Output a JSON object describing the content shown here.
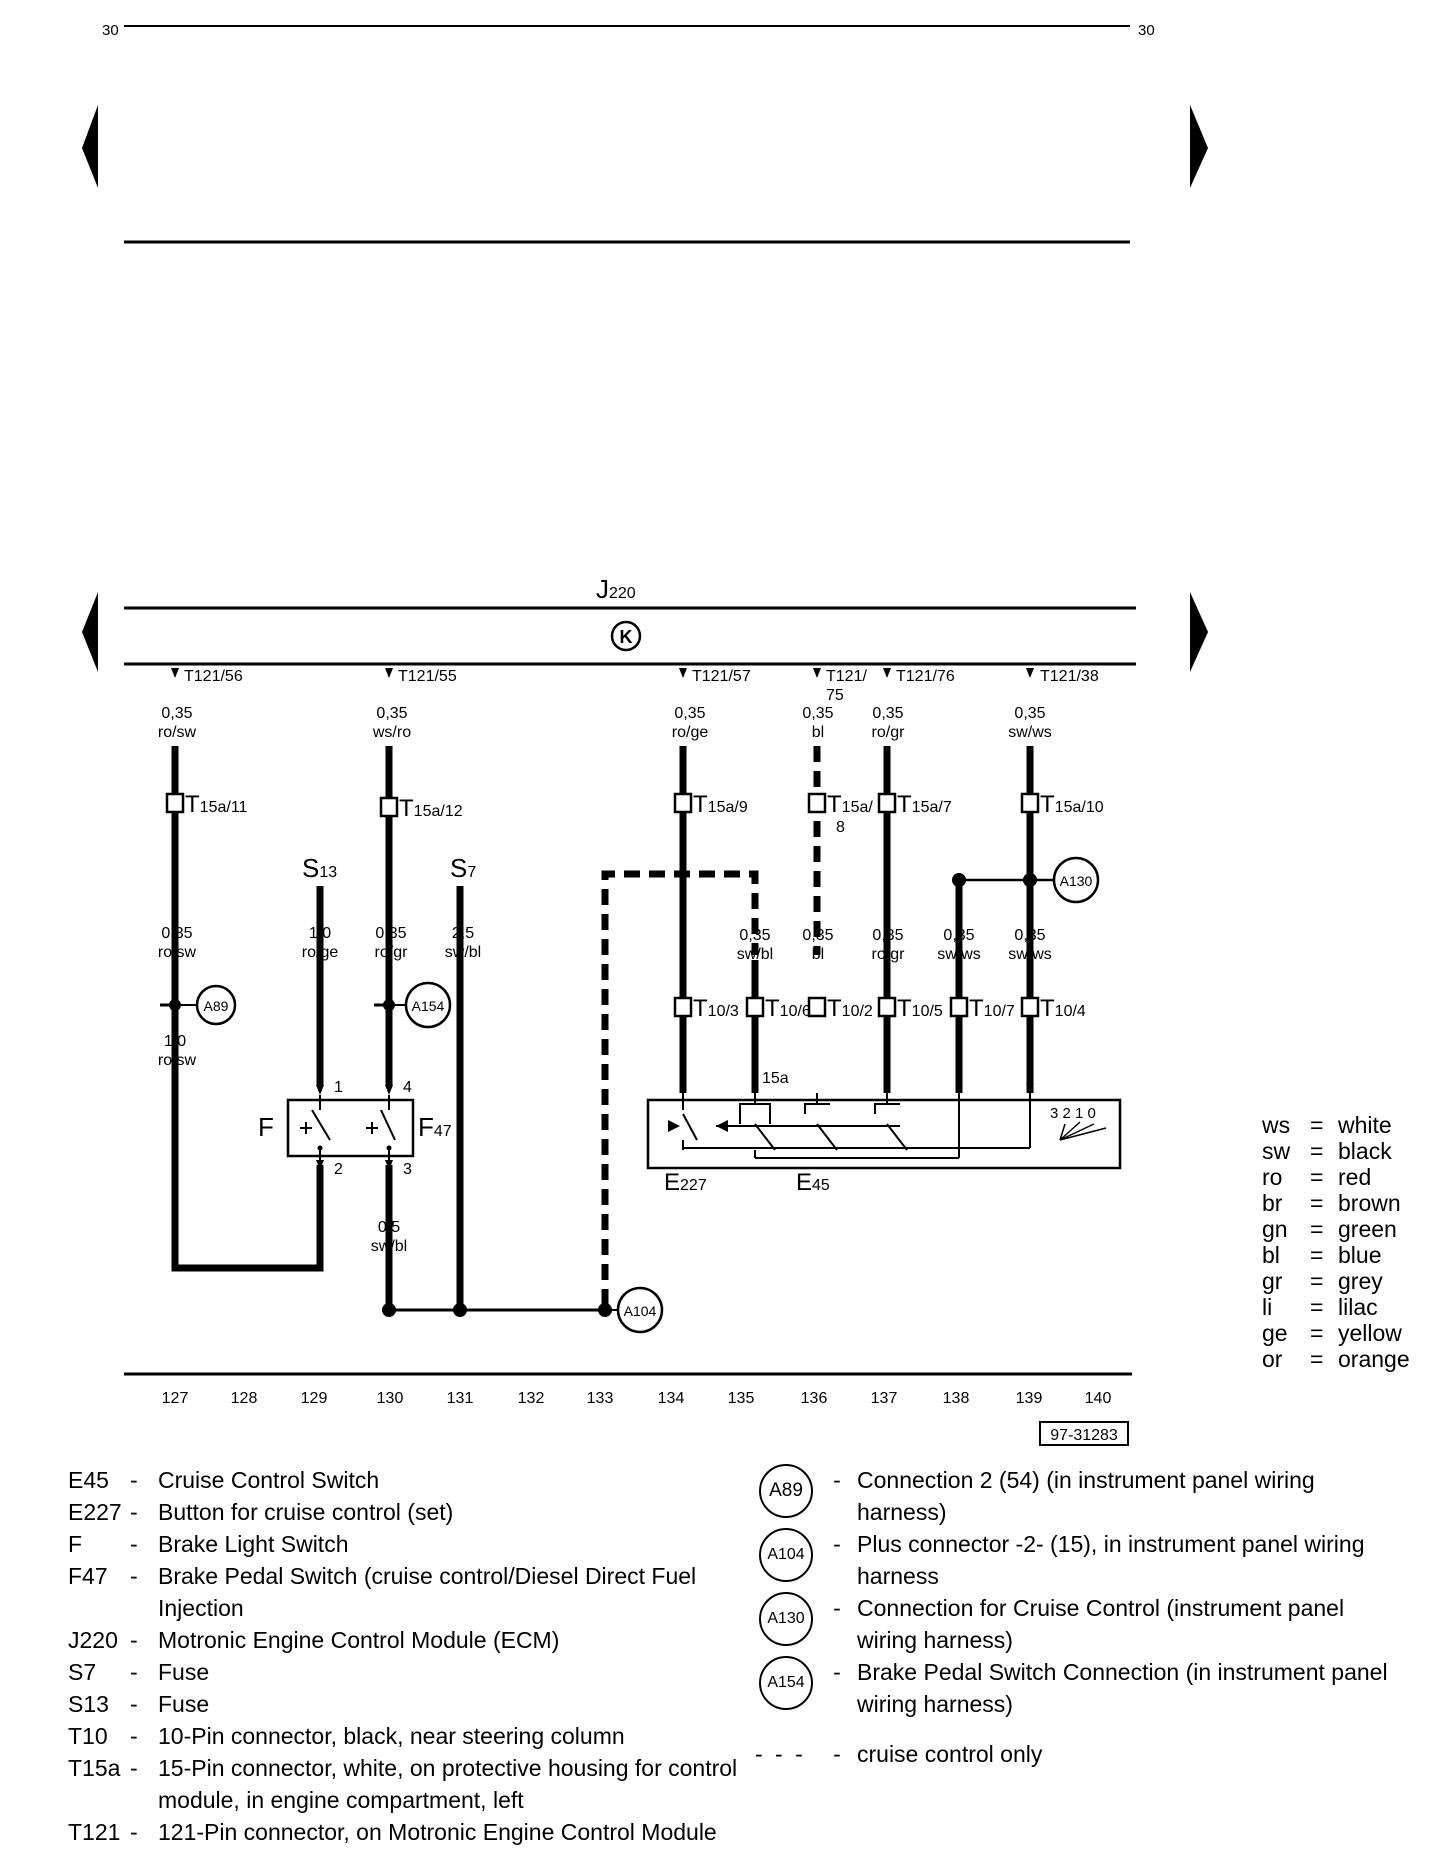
{
  "page": {
    "number_left": "30",
    "number_right": "30",
    "figure_id": "97-31283"
  },
  "module": {
    "name_main": "J",
    "name_sub": "220",
    "terminal_symbol": "K"
  },
  "pins": [
    {
      "main": "T121/56"
    },
    {
      "main": "T121/55"
    },
    {
      "main": "T121/57"
    },
    {
      "main": "T121/",
      "extra": "75"
    },
    {
      "main": "T121/76"
    },
    {
      "main": "T121/38"
    }
  ],
  "wires_top": [
    {
      "size": "0,35",
      "color": "ro/sw"
    },
    {
      "size": "0,35",
      "color": "ws/ro"
    },
    {
      "size": "0,35",
      "color": "ro/ge"
    },
    {
      "size": "0,35",
      "color": "bl"
    },
    {
      "size": "0,35",
      "color": "ro/gr"
    },
    {
      "size": "0,35",
      "color": "sw/ws"
    }
  ],
  "t15a": [
    {
      "main": "T",
      "sub": "15a/11"
    },
    {
      "main": "T",
      "sub": "15a/12"
    },
    {
      "main": "T",
      "sub": "15a/9"
    },
    {
      "main": "T",
      "sub": "15a/",
      "extra": "8"
    },
    {
      "main": "T",
      "sub": "15a/7"
    },
    {
      "main": "T",
      "sub": "15a/10"
    }
  ],
  "fuses": [
    {
      "main": "S",
      "sub": "13"
    },
    {
      "main": "S",
      "sub": "7"
    }
  ],
  "wires_mid": [
    {
      "size": "0,35",
      "color": "ro/sw"
    },
    {
      "size": "1,0",
      "color": "ro/ge"
    },
    {
      "size": "0,35",
      "color": "ro/gr"
    },
    {
      "size": "2,5",
      "color": "sw/bl"
    },
    {
      "size": "0,35",
      "color": "sw/bl"
    },
    {
      "size": "0,35",
      "color": "bl"
    },
    {
      "size": "0,35",
      "color": "ro/gr"
    },
    {
      "size": "0,35",
      "color": "sw/ws"
    },
    {
      "size": "0,35",
      "color": "sw/ws"
    }
  ],
  "wires_low": [
    {
      "size": "1,0",
      "color": "ro/sw"
    },
    {
      "size": "0,5",
      "color": "sw/bl"
    }
  ],
  "t10": [
    {
      "main": "T",
      "sub": "10/3"
    },
    {
      "main": "T",
      "sub": "10/6"
    },
    {
      "main": "T",
      "sub": "10/2"
    },
    {
      "main": "T",
      "sub": "10/5"
    },
    {
      "main": "T",
      "sub": "10/7"
    },
    {
      "main": "T",
      "sub": "10/4"
    }
  ],
  "connectors": {
    "a89": "A89",
    "a154": "A154",
    "a130": "A130",
    "a104": "A104"
  },
  "switch_f": {
    "label": "F",
    "label2_main": "F",
    "label2_sub": "47",
    "pin1": "1",
    "pin2": "2",
    "pin3": "3",
    "pin4": "4"
  },
  "switch_e": {
    "e227_main": "E",
    "e227_sub": "227",
    "e45_main": "E",
    "e45_sub": "45",
    "label_15a": "15a",
    "positions": "3 2 1 0"
  },
  "ruler": [
    "127",
    "128",
    "129",
    "130",
    "131",
    "132",
    "133",
    "134",
    "135",
    "136",
    "137",
    "138",
    "139",
    "140"
  ],
  "color_codes": [
    {
      "abbr": "ws",
      "name": "white"
    },
    {
      "abbr": "sw",
      "name": "black"
    },
    {
      "abbr": "ro",
      "name": "red"
    },
    {
      "abbr": "br",
      "name": "brown"
    },
    {
      "abbr": "gn",
      "name": "green"
    },
    {
      "abbr": "bl",
      "name": "blue"
    },
    {
      "abbr": "gr",
      "name": "grey"
    },
    {
      "abbr": "li",
      "name": "lilac"
    },
    {
      "abbr": "ge",
      "name": "yellow"
    },
    {
      "abbr": "or",
      "name": "orange"
    }
  ],
  "legend_components": [
    {
      "code": "E45",
      "desc": "Cruise Control Switch"
    },
    {
      "code": "E227",
      "desc": "Button for cruise control (set)"
    },
    {
      "code": "F",
      "desc": "Brake Light Switch"
    },
    {
      "code": "F47",
      "desc": "Brake Pedal Switch (cruise control/Diesel Direct Fuel Injection"
    },
    {
      "code": "J220",
      "desc": "Motronic Engine Control Module (ECM)"
    },
    {
      "code": "S7",
      "desc": "Fuse"
    },
    {
      "code": "S13",
      "desc": "Fuse"
    },
    {
      "code": "T10",
      "desc": "10-Pin connector, black, near steering column"
    },
    {
      "code": "T15a",
      "desc": "15-Pin connector, white, on protective housing for control module, in engine compartment, left"
    },
    {
      "code": "T121",
      "desc": "121-Pin connector, on Motronic Engine Control Module"
    }
  ],
  "legend_connections": [
    {
      "code": "A89",
      "desc": "Connection 2 (54) (in instrument panel wiring harness)"
    },
    {
      "code": "A104",
      "desc": "Plus connector -2- (15), in instrument panel wiring harness"
    },
    {
      "code": "A130",
      "desc": "Connection for Cruise Control (instrument panel wiring harness)"
    },
    {
      "code": "A154",
      "desc": "Brake Pedal Switch Connection (in instrument panel wiring harness)"
    }
  ],
  "legend_dash": {
    "symbol": "- - -",
    "desc": "cruise control only"
  }
}
